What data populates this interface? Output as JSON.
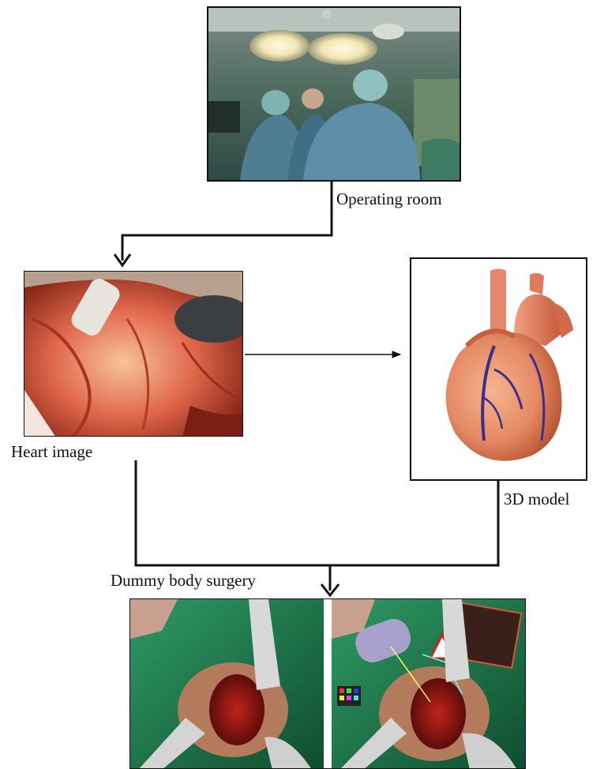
{
  "nodes": {
    "operating_room": {
      "label": "Operating room"
    },
    "heart_image": {
      "label": "Heart image"
    },
    "model_3d": {
      "label": "3D model"
    },
    "dummy_surgery": {
      "label": "Dummy body surgery"
    }
  },
  "colors": {
    "line": "#111111",
    "or_wall": "#3b5a4e",
    "scrubs": "#5f8fa8",
    "heart_tissue": "#e0664a",
    "model_heart": "#e58a64",
    "drape_green": "#1f7a4c"
  },
  "edges": [
    {
      "from": "operating_room",
      "to": "heart_image"
    },
    {
      "from": "heart_image",
      "to": "model_3d"
    },
    {
      "from": "heart_image",
      "to": "dummy_surgery"
    },
    {
      "from": "model_3d",
      "to": "dummy_surgery"
    }
  ]
}
